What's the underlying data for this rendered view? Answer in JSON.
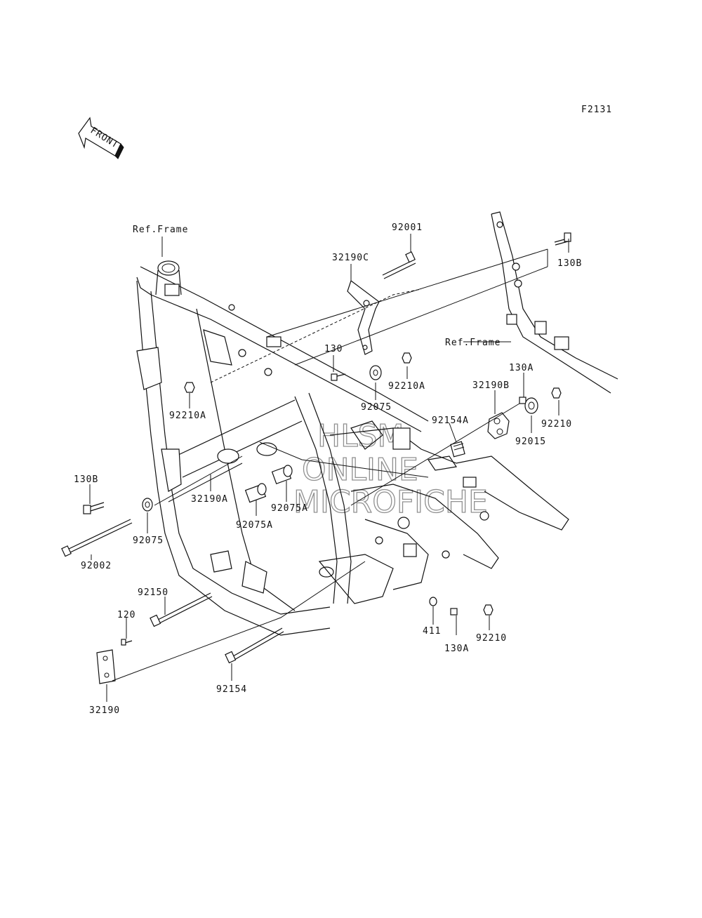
{
  "figure_id": "F2131",
  "front_arrow": {
    "label": "FRONT"
  },
  "ref_frame_labels": [
    "Ref.Frame",
    "Ref.Frame"
  ],
  "watermark": [
    "HLSM",
    "ONLINE",
    "MICROFICHE"
  ],
  "callouts": {
    "c92001": "92001",
    "c32190C": "32190C",
    "c130B_top": "130B",
    "c130_mid": "130",
    "c92210A_top": "92210A",
    "c92075_top": "92075",
    "c92210A_left": "92210A",
    "c130A_top": "130A",
    "c32190B": "32190B",
    "c92154A": "92154A",
    "c92210_right": "92210",
    "c92015": "92015",
    "c130B_left": "130B",
    "c32190A": "32190A",
    "c92075_left": "92075",
    "c92075A_1": "92075A",
    "c92075A_2": "92075A",
    "c92002": "92002",
    "c92150": "92150",
    "c120": "120",
    "c411": "411",
    "c130A_bottom": "130A",
    "c92210_bottom": "92210",
    "c92154": "92154",
    "c32190": "32190"
  }
}
